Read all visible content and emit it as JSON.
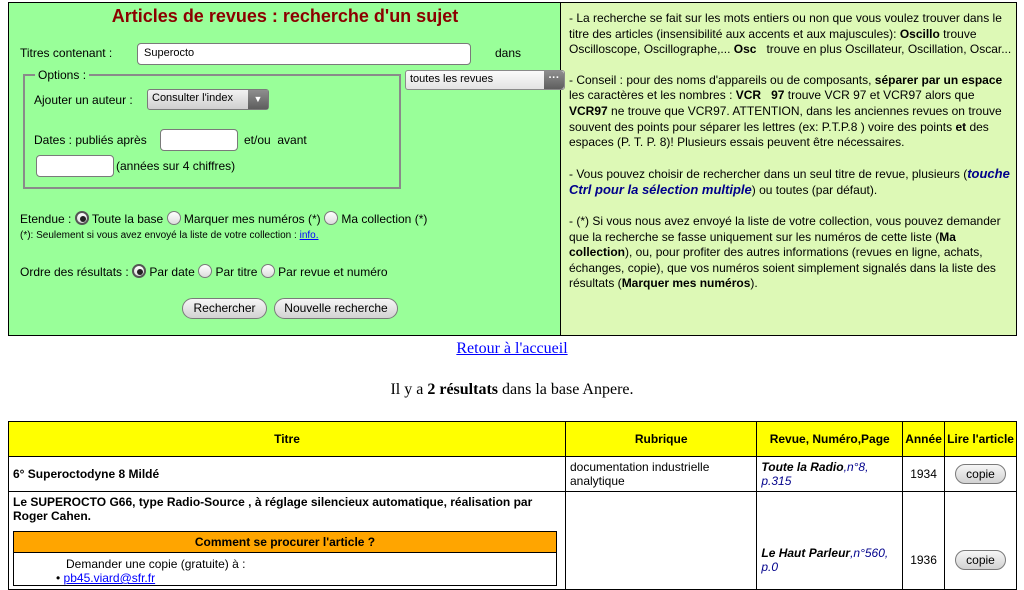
{
  "form": {
    "title": "Articles de revues : recherche d'un sujet",
    "titles_label": "Titres contenant :",
    "titles_value": "Superocto",
    "dans_label": "dans",
    "revues_select": "toutes les revues",
    "options_legend": "Options :",
    "author_label": "Ajouter un auteur :",
    "author_select": "Consulter l'index",
    "dates_label": "Dates : publiés après",
    "dates_or": "et/ou  avant",
    "dates_note": "(années sur 4 chiffres)",
    "extent_label": "Etendue :",
    "extent_options": [
      "Toute la base",
      "Marquer mes numéros (*)",
      "Ma collection (*)"
    ],
    "extent_note": "(*): Seulement si vous avez envoyé la liste de votre collection :",
    "extent_note_link": "info.",
    "order_label": "Ordre des résultats :",
    "order_options": [
      "Par date",
      "Par titre",
      "Par revue et numéro"
    ],
    "search_button": "Rechercher",
    "new_search_button": "Nouvelle recherche"
  },
  "help": {
    "p1_a": "- La recherche se fait sur les mots entiers ou non que vous voulez trouver dans le titre des articles (insensibilité aux accents et aux majuscules): ",
    "p1_b": "Oscillo",
    "p1_c": " trouve Oscilloscope, Oscillographe,... ",
    "p1_d": "Osc",
    "p1_e": "   trouve en plus Oscillateur, Oscillation, Oscar...",
    "p2_a": "- Conseil : pour des noms d'appareils ou de composants, ",
    "p2_b": "séparer par un espace",
    "p2_c": " les caractères et les nombres : ",
    "p2_d": "VCR   97",
    "p2_e": " trouve VCR 97 et VCR97 alors que ",
    "p2_f": "VCR97",
    "p2_g": " ne trouve que VCR97. ATTENTION, dans les anciennes revues on trouve souvent des points pour séparer les lettres (ex: P.T.P.8 ) voire des points ",
    "p2_h": "et",
    "p2_i": " des espaces (P. T. P. 8)! Plusieurs essais peuvent être nécessaires.",
    "p3_a": "- Vous pouvez choisir de rechercher dans un seul titre de revue, plusieurs (",
    "p3_b": "touche Ctrl pour la sélection multiple",
    "p3_c": ") ou toutes (par défaut).",
    "p4_a": "- (*) Si vous nous avez envoyé la liste de votre collection, vous pouvez demander que la recherche se fasse uniquement sur les numéros de cette liste (",
    "p4_b": "Ma collection",
    "p4_c": "), ou, pour profiter des autres informations (revues en ligne, achats, échanges, copie), que vos numéros soient simplement signalés dans la liste des résultats (",
    "p4_d": "Marquer mes numéros",
    "p4_e": ")."
  },
  "home_link": "Retour à l'accueil",
  "results": {
    "prefix": "Il y a ",
    "count": "2 résultats",
    "suffix": " dans la base Anpere.",
    "headers": [
      "Titre",
      "Rubrique",
      "Revue, Numéro,Page",
      "Année",
      "Lire l'article"
    ],
    "rows": [
      {
        "titre": "6° Superoctodyne 8 Mildé",
        "rubrique": "documentation industrielle analytique",
        "revue": "Toute la Radio",
        "numero": ",n°8, p.315",
        "annee": "1934",
        "action": "copie"
      },
      {
        "titre": "Le SUPEROCTO G66, type Radio-Source , à réglage silencieux automatique, réalisation par Roger Cahen.",
        "rubrique": "",
        "revue": "Le Haut Parleur",
        "numero": ",n°560, p.0",
        "annee": "1936",
        "action": "copie",
        "how_title": "Comment se procurer l'article ?",
        "how_line": "Demander une copie (gratuite) à :",
        "how_email": "pb45.viard@sfr.fr"
      }
    ]
  }
}
